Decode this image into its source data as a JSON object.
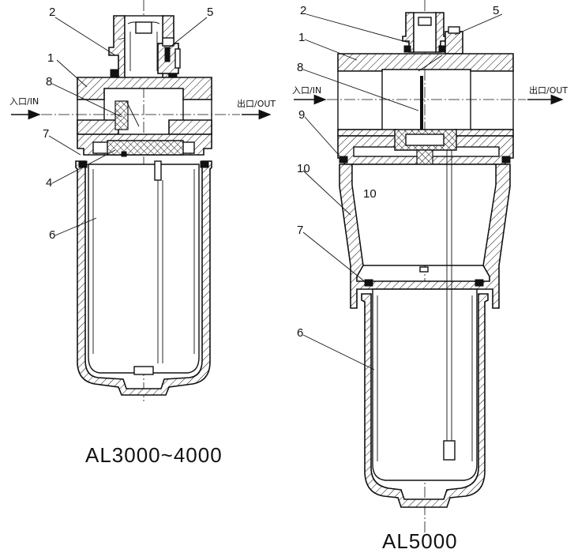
{
  "port_labels": {
    "inlet": "入口/IN",
    "outlet": "出口/OUT"
  },
  "models": {
    "small": {
      "title": "AL3000~4000",
      "callouts": [
        "2",
        "5",
        "1",
        "8",
        "7",
        "4",
        "6"
      ]
    },
    "large": {
      "title": "AL5000",
      "callouts": [
        "2",
        "5",
        "1",
        "8",
        "9",
        "10",
        "7",
        "6"
      ],
      "inner_label": "10"
    }
  }
}
